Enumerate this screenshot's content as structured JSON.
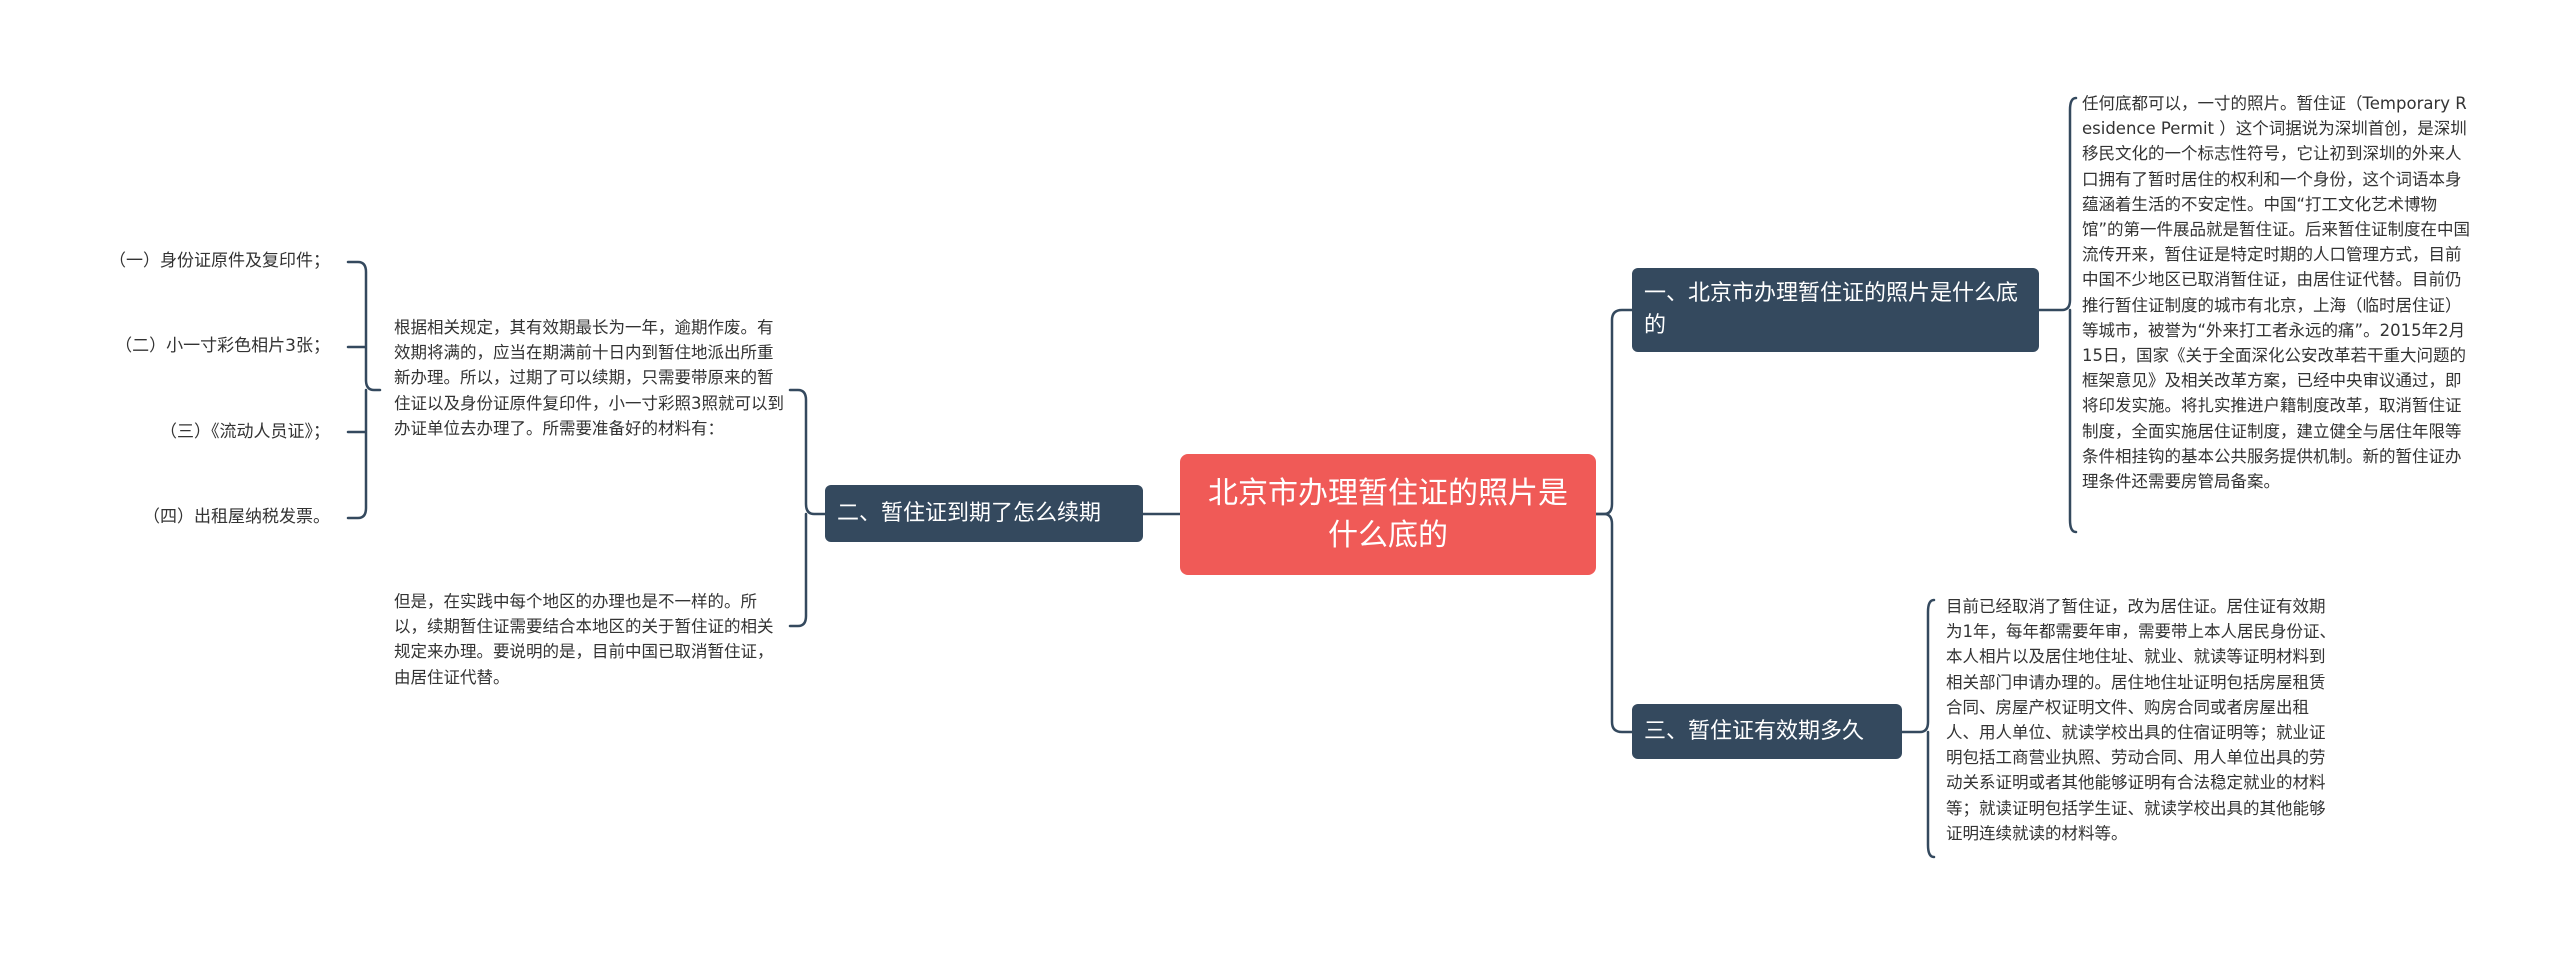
{
  "mindmap": {
    "root": "北京市办理暂住证的照片是什么底的",
    "branches": [
      {
        "label": "一、北京市办理暂住证的照片是什么底的",
        "detail": "任何底都可以，一寸的照片。暂住证（Temporary Residence Permit ）这个词据说为深圳首创，是深圳移民文化的一个标志性符号，它让初到深圳的外来人口拥有了暂时居住的权利和一个身份，这个词语本身蕴涵着生活的不安定性。中国“打工文化艺术博物馆”的第一件展品就是暂住证。后来暂住证制度在中国流传开来，暂住证是特定时期的人口管理方式，目前中国不少地区已取消暂住证，由居住证代替。目前仍推行暂住证制度的城市有北京，上海（临时居住证）等城市，被誉为“外来打工者永远的痛”。2015年2月15日，国家《关于全面深化公安改革若干重大问题的框架意见》及相关改革方案，已经中央审议通过，即将印发实施。将扎实推进户籍制度改革，取消暂住证制度，全面实施居住证制度，建立健全与居住年限等条件相挂钩的基本公共服务提供机制。新的暂住证办理条件还需要房管局备案。"
      },
      {
        "label": "二、暂住证到期了怎么续期",
        "detail_a": "根据相关规定，其有效期最长为一年，逾期作废。有效期将满的，应当在期满前十日内到暂住地派出所重新办理。所以，过期了可以续期，只需要带原来的暂住证以及身份证原件复印件，小一寸彩照3照就可以到办证单位去办理了。所需要准备好的材料有：",
        "items": [
          "（一）身份证原件及复印件；",
          "（二）小一寸彩色相片3张；",
          "（三）《流动人员证》；",
          "（四）出租屋纳税发票。"
        ],
        "detail_b": "但是，在实践中每个地区的办理也是不一样的。所以，续期暂住证需要结合本地区的关于暂住证的相关规定来办理。要说明的是，目前中国已取消暂住证，由居住证代替。"
      },
      {
        "label": "三、暂住证有效期多久",
        "detail": "目前已经取消了暂住证，改为居住证。居住证有效期为1年，每年都需要年审，需要带上本人居民身份证、本人相片以及居住地住址、就业、就读等证明材料到相关部门申请办理的。居住地住址证明包括房屋租赁合同、房屋产权证明文件、购房合同或者房屋出租人、用人单位、就读学校出具的住宿证明等；就业证明包括工商营业执照、劳动合同、用人单位出具的劳动关系证明或者其他能够证明有合法稳定就业的材料等；就读证明包括学生证、就读学校出具的其他能够证明连续就读的材料等。"
      }
    ]
  },
  "colors": {
    "root_fill": "#f05a57",
    "branch_fill": "#34495e",
    "connector": "#34495e",
    "text": "#333333"
  }
}
